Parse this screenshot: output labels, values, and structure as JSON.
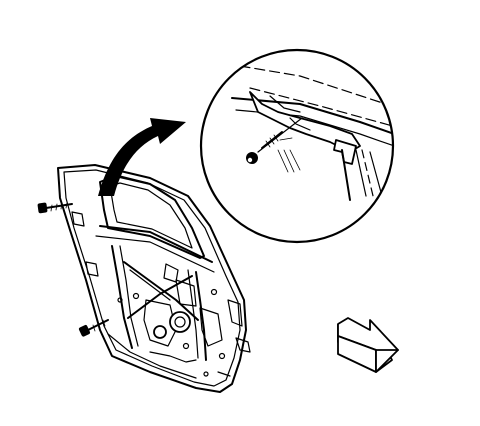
{
  "figure": {
    "alt": "",
    "components": {
      "door_assembly": "door-panel",
      "detail_callout": "magnified-view",
      "pointer": "curved-arrow",
      "direction_indicator": "front-direction-arrow"
    }
  }
}
